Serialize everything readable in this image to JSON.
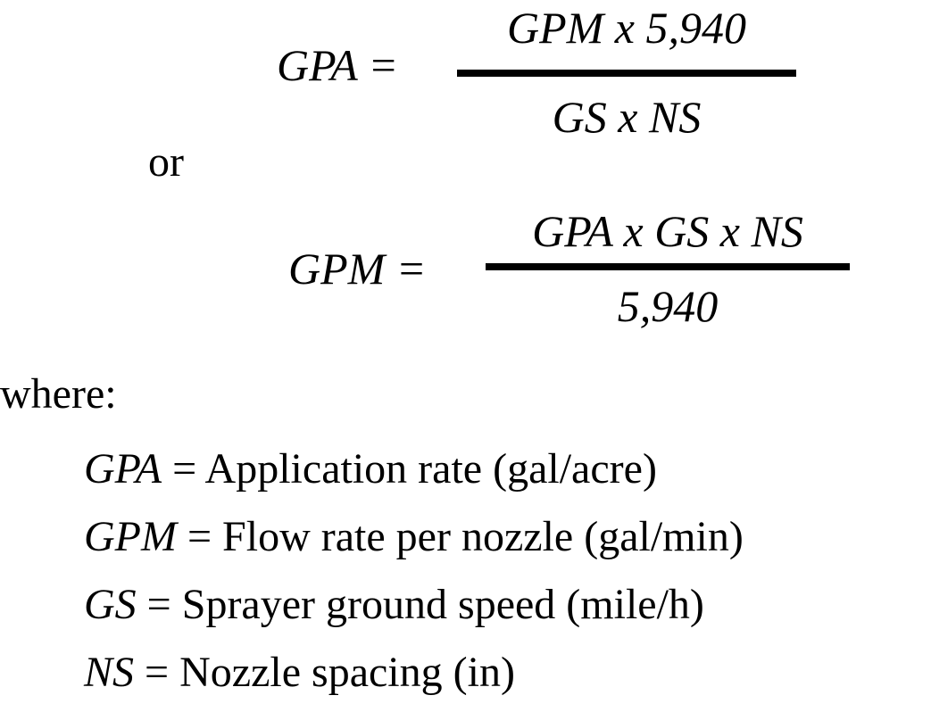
{
  "formulas": [
    {
      "lhs": "GPA =",
      "numerator": "GPM x 5,940",
      "denominator": "GS x NS"
    },
    {
      "lhs": "GPM =",
      "numerator": "GPA x GS x NS",
      "denominator": "5,940"
    }
  ],
  "connector": "or",
  "where_label": "where:",
  "definitions": [
    {
      "symbol": "GPA",
      "equals": " = ",
      "meaning": "Application rate (gal/acre)"
    },
    {
      "symbol": "GPM",
      "equals": " = ",
      "meaning": "Flow rate per nozzle (gal/min)"
    },
    {
      "symbol": "GS",
      "equals": " = ",
      "meaning": "Sprayer ground speed (mile/h)"
    },
    {
      "symbol": "NS",
      "equals": " = ",
      "meaning": "Nozzle spacing (in)"
    }
  ]
}
